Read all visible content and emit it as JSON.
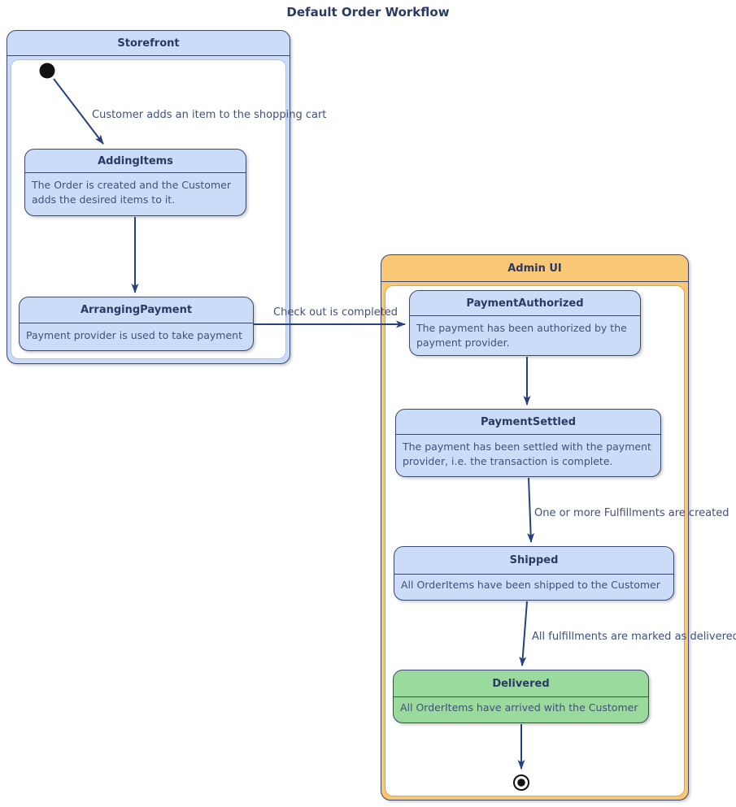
{
  "title": "Default Order Workflow",
  "colors": {
    "navy_border": "#3A4973",
    "arrow": "#26427E",
    "title_text": "#2B3A64",
    "body_text": "#41507A",
    "blue_fill": "#CBDCF8",
    "blue_inner_border": "#A9C3EE",
    "orange_fill": "#F8C877",
    "orange_inner_border": "#E9A23B",
    "green_fill": "#9ADA9D"
  },
  "containers": {
    "storefront": {
      "label": "Storefront"
    },
    "admin_ui": {
      "label": "Admin UI"
    }
  },
  "states": {
    "adding_items": {
      "title": "AddingItems",
      "description": "The Order is created and the Customer\nadds the desired items to it."
    },
    "arranging_payment": {
      "title": "ArrangingPayment",
      "description": "Payment provider is used to take payment"
    },
    "payment_authorized": {
      "title": "PaymentAuthorized",
      "description": "The payment has been authorized by the\npayment provider."
    },
    "payment_settled": {
      "title": "PaymentSettled",
      "description": "The payment has been settled with the payment\nprovider, i.e. the transaction is complete."
    },
    "shipped": {
      "title": "Shipped",
      "description": "All OrderItems have been shipped to the Customer"
    },
    "delivered": {
      "title": "Delivered",
      "description": "All OrderItems have arrived with the Customer"
    }
  },
  "transitions": {
    "t1": {
      "label": "Customer adds an item to the shopping cart"
    },
    "t2": {
      "label": "Check out is completed"
    },
    "t3": {
      "label": "One or more Fulfillments are created"
    },
    "t4": {
      "label": "All fulfillments are marked as delivered"
    }
  },
  "markers": {
    "initial": "initial-state",
    "final": "final-state"
  }
}
